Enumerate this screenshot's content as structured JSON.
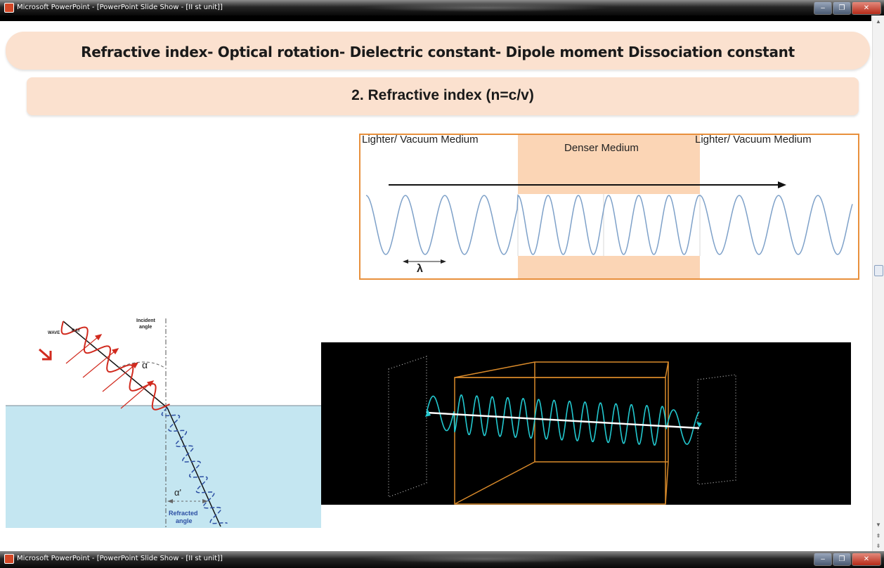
{
  "window": {
    "title": "Microsoft PowerPoint - [PowerPoint Slide Show - [II st unit]]",
    "minimize_glyph": "–",
    "restore_glyph": "❐",
    "close_glyph": "✕"
  },
  "slide": {
    "header": "Refractive index- Optical rotation- Dielectric constant-  Dipole moment  Dissociation constant",
    "subtitle": "2. Refractive index (n=c/v)",
    "medium_diagram": {
      "left_label": "Lighter/ Vacuum Medium",
      "center_label": "Denser Medium",
      "right_label": "Lighter/ Vacuum Medium",
      "wavelength_symbol": "λ",
      "fill_color": "#fbd5b5",
      "border_color": "#e8903c",
      "wave_color": "#7ea1c9"
    },
    "refraction_figure": {
      "wave_label": "WAVE",
      "ray_label": "RAY",
      "incident_label_1": "Incident",
      "incident_label_2": "angle",
      "alpha": "α",
      "alpha_prime": "α'",
      "refracted_label_1": "Refracted",
      "refracted_label_2": "angle",
      "water_color": "#c4e6f1"
    },
    "animation_figure": {
      "background": "#000000",
      "wave_color": "#22c8cf",
      "box_color": "#d98a2a"
    }
  }
}
